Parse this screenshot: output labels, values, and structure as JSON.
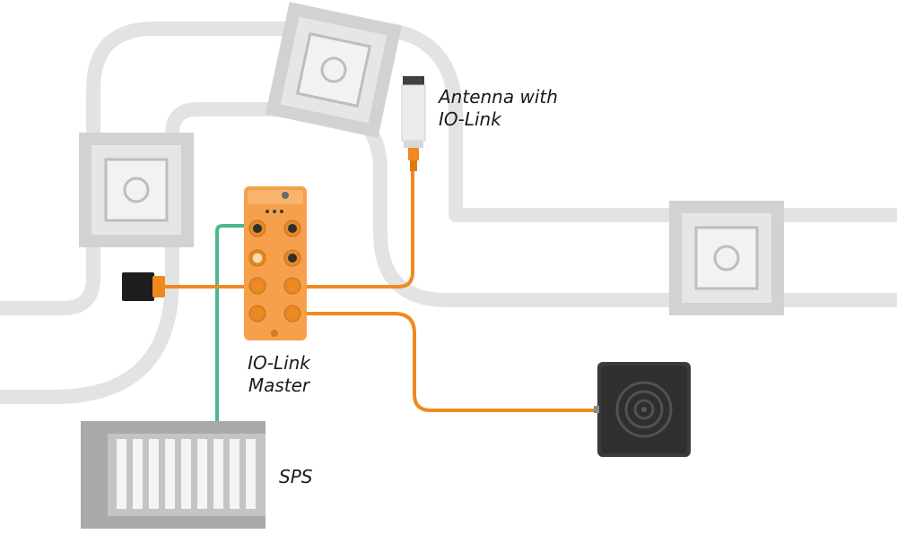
{
  "labels": {
    "antenna_line1": "Antenna with",
    "antenna_line2": "IO-Link",
    "master_line1": "IO-Link",
    "master_line2": "Master",
    "sps": "SPS"
  },
  "colors": {
    "track": "#e3e3e3",
    "station_outer": "#d2d2d2",
    "station_inner": "#e6e6e6",
    "station_line": "#bdbdbd",
    "io_link_master": "#f7a04b",
    "cable_orange": "#f08a1e",
    "cable_green": "#4db88a",
    "reader": "#3b3b3d",
    "plc": "#a9a9a9",
    "text": "#1a1a1a"
  }
}
